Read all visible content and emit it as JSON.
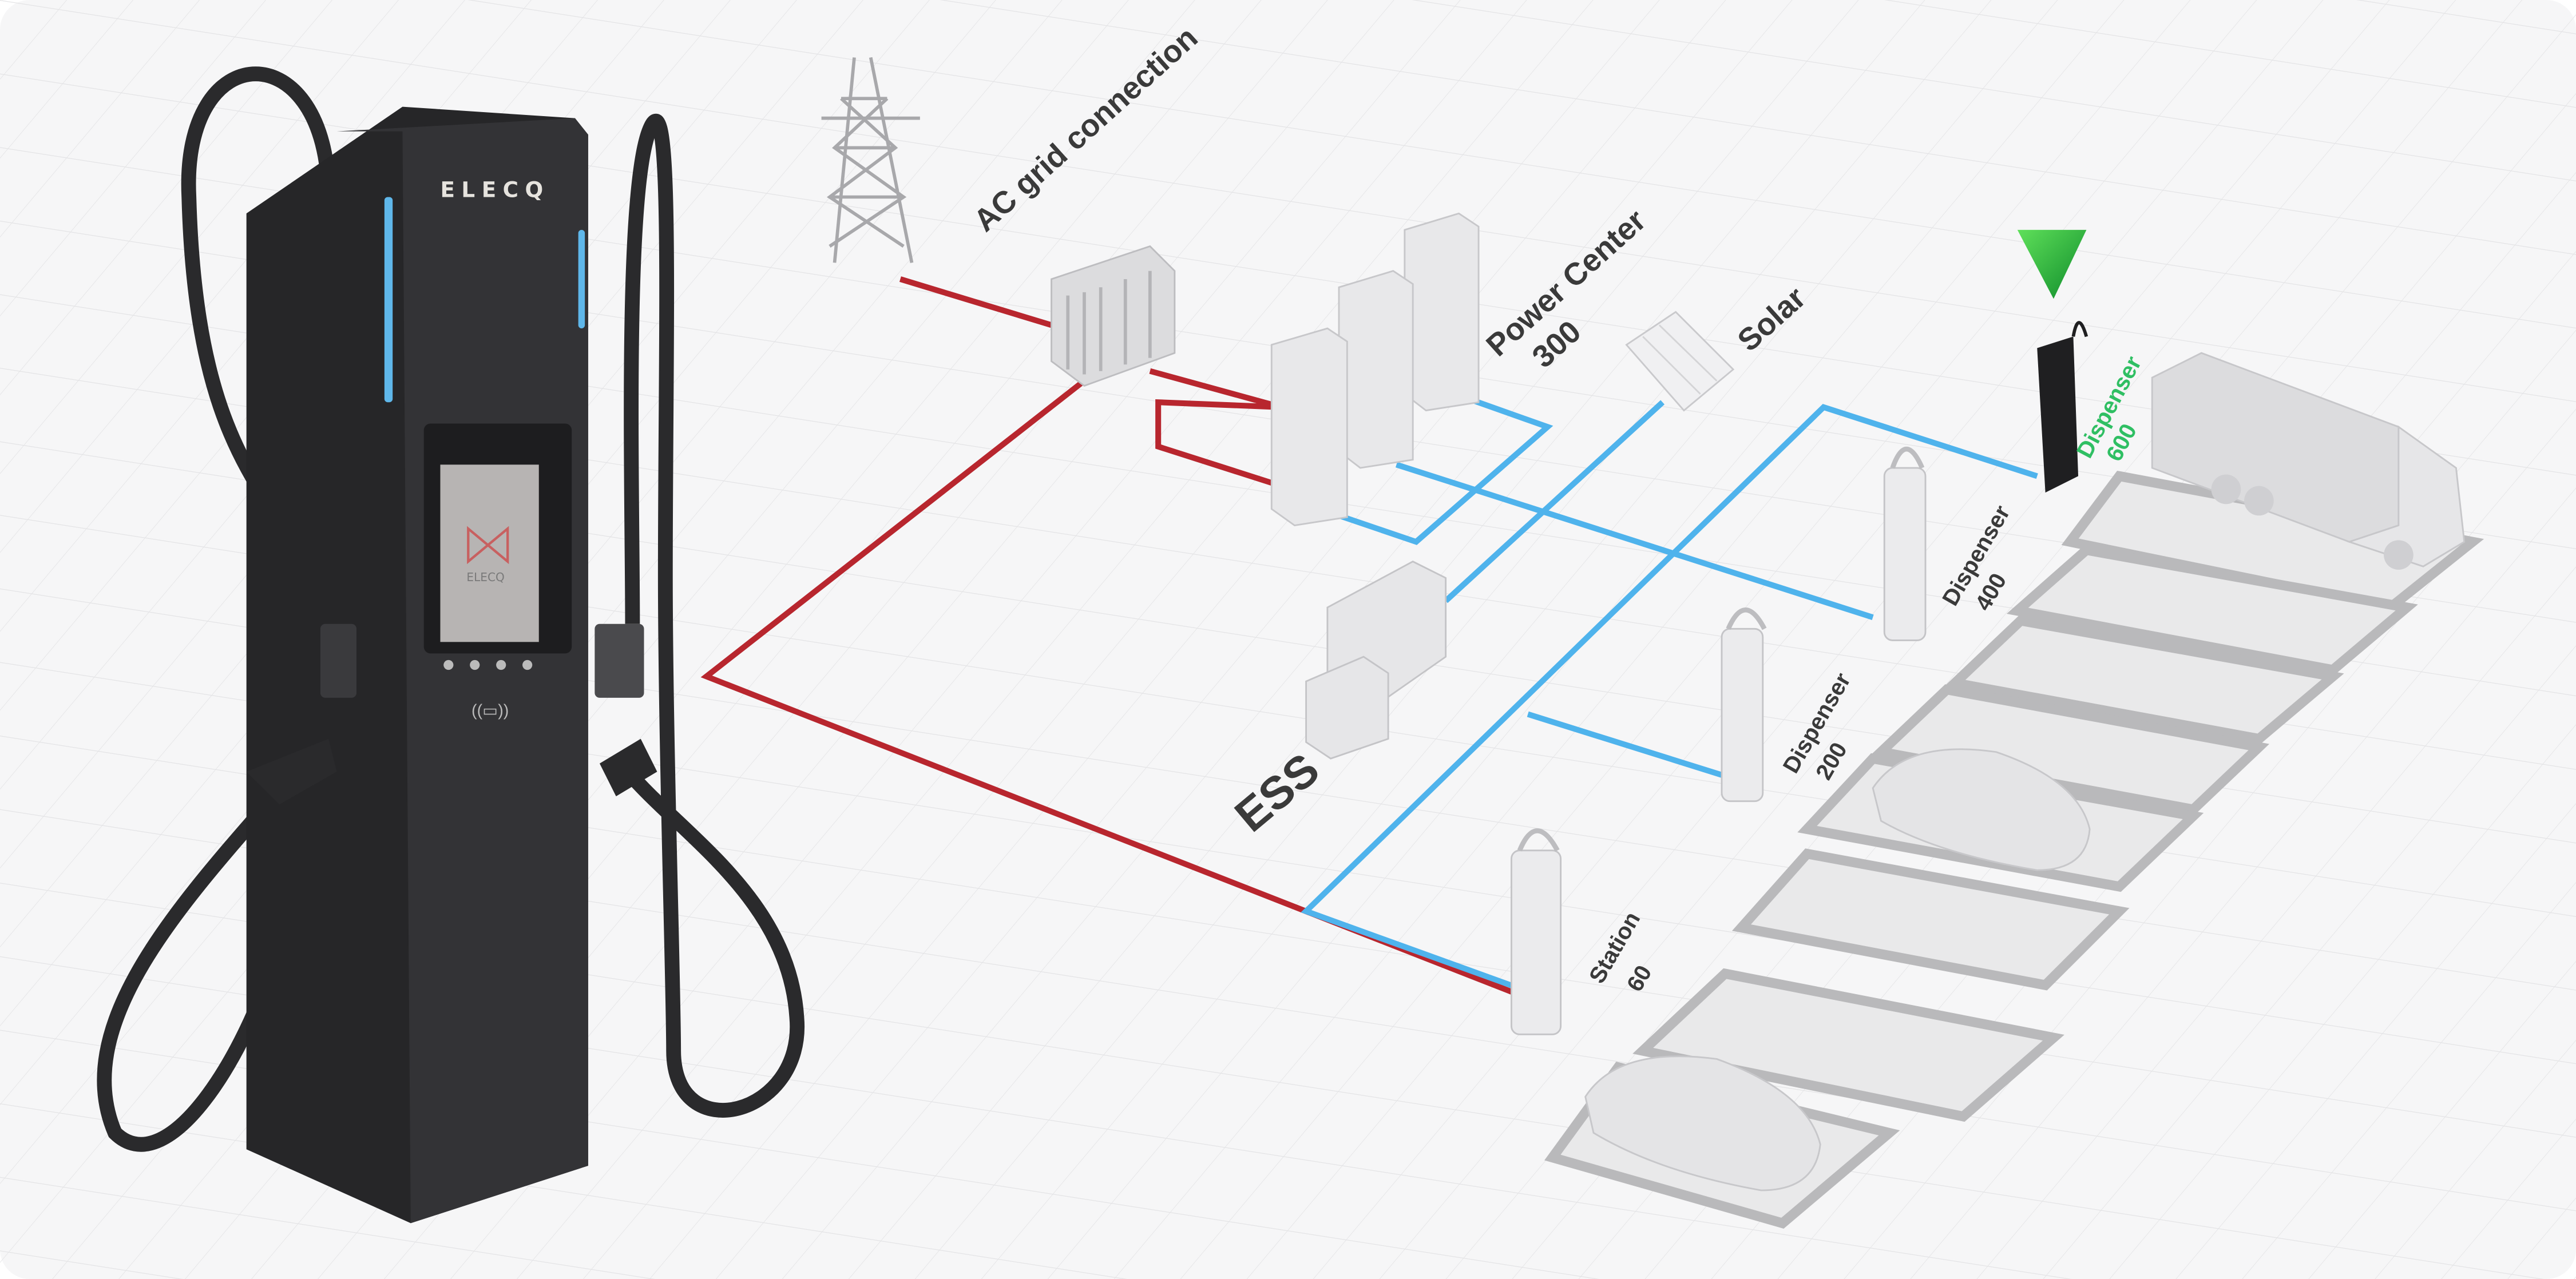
{
  "charger": {
    "brand": "ELECQ",
    "screen_brand": "ELECQ"
  },
  "labels": {
    "ac_grid": "AC grid connection",
    "power_center_name": "Power Center",
    "power_center_num": "300",
    "solar": "Solar",
    "ess": "ESS",
    "dispenser_600_name": "Dispenser",
    "dispenser_600_num": "600",
    "dispenser_400_name": "Dispenser",
    "dispenser_400_num": "400",
    "dispenser_200_name": "Dispenser",
    "dispenser_200_num": "200",
    "station_name": "Station",
    "station_num": "60"
  },
  "colors": {
    "ac_line": "#b8262e",
    "dc_line": "#4fb3ec",
    "highlight": "#2fbf63",
    "charger_body": "#2b2b2d"
  }
}
